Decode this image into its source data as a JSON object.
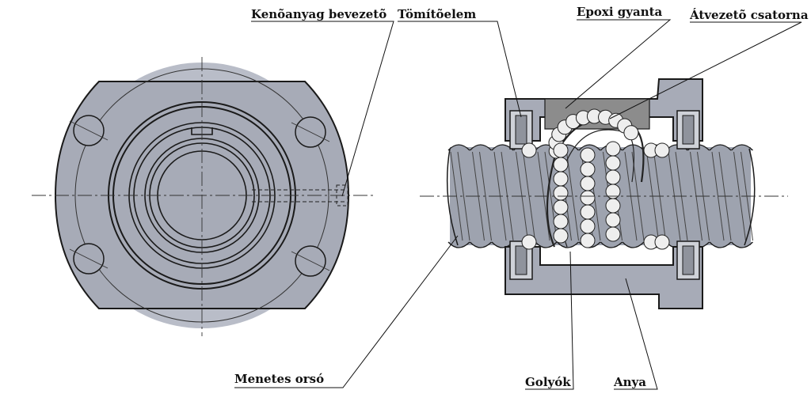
{
  "labels": {
    "lubricant_inlet": "Kenõanyag bevezetõ",
    "seal": "Tömítõelem",
    "epoxy": "Epoxi gyanta",
    "transfer_channel": "Átvezetõ csatorna",
    "threaded_spindle": "Menetes orsó",
    "balls": "Golyók",
    "nut": "Anya"
  },
  "colors": {
    "part_fill": "#a7abb7",
    "part_fill_light": "#b9bdc8",
    "spindle_fill": "#9ea3af",
    "outline": "#1a1a1a",
    "epoxy_fill": "#8c8c8c",
    "ball_fill": "#eeeeee"
  }
}
